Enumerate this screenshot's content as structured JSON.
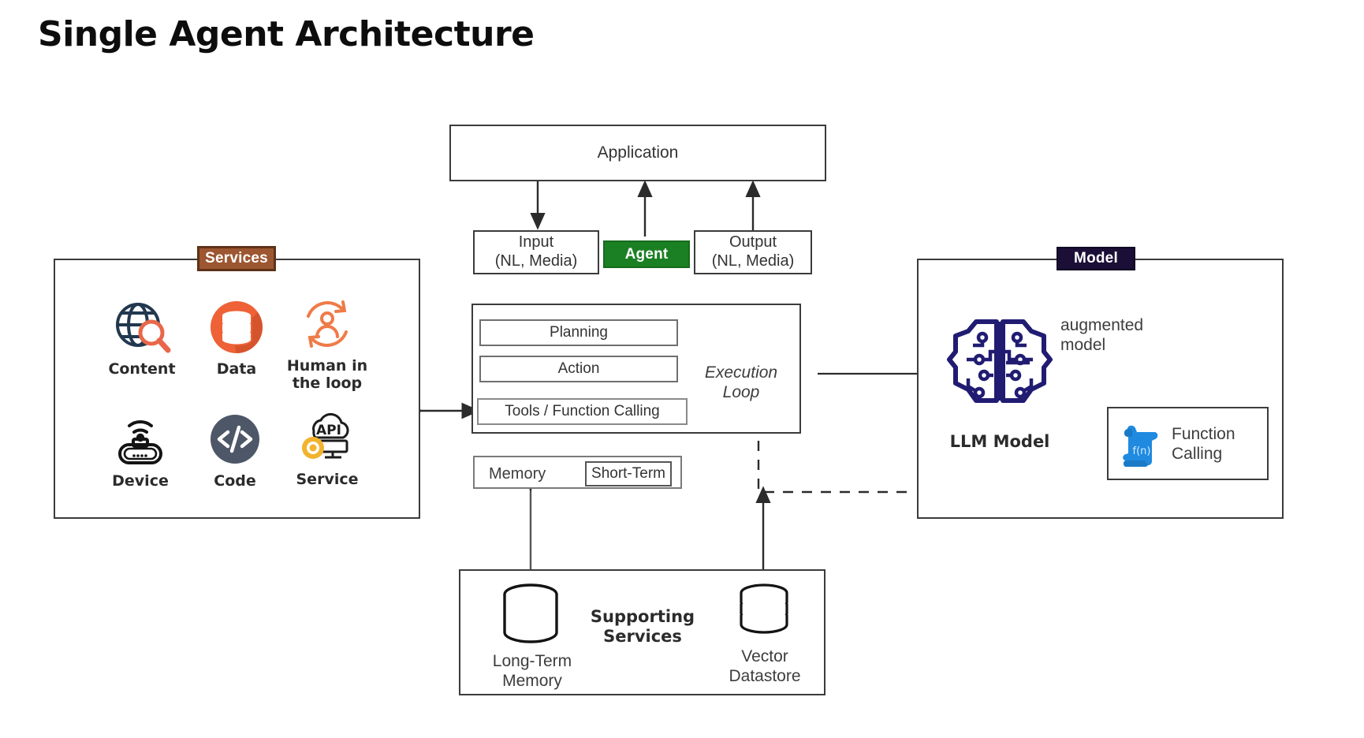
{
  "page": {
    "title": "Single Agent Architecture"
  },
  "application": {
    "label": "Application"
  },
  "io": {
    "input_line1": "Input",
    "input_line2": "(NL, Media)",
    "output_line1": "Output",
    "output_line2": "(NL, Media)",
    "agent_badge": "Agent"
  },
  "agent": {
    "execution_loop_line1": "Execution",
    "execution_loop_line2": "Loop",
    "steps": [
      {
        "label": "Planning"
      },
      {
        "label": "Action"
      },
      {
        "label": "Tools / Function Calling"
      }
    ],
    "memory_label": "Memory",
    "short_term_label": "Short-Term"
  },
  "services": {
    "badge": "Services",
    "items": [
      {
        "label": "Content",
        "icon": "globe-search-icon"
      },
      {
        "label": "Data",
        "icon": "database-circle-icon"
      },
      {
        "label": "Human in\nthe loop",
        "label_line1": "Human in",
        "label_line2": "the loop",
        "icon": "human-in-the-loop-icon"
      },
      {
        "label": "Device",
        "icon": "device-wifi-icon"
      },
      {
        "label": "Code",
        "icon": "code-brackets-icon"
      },
      {
        "label": "Service",
        "icon": "api-gear-icon"
      }
    ]
  },
  "model": {
    "badge": "Model",
    "llm_label": "LLM Model",
    "llm_icon": "brain-circuit-icon",
    "augmented_line1": "augmented",
    "augmented_line2": "model",
    "function_calling_line1": "Function",
    "function_calling_line2": "Calling",
    "function_calling_icon": "function-scroll-icon",
    "function_calling_glyph": "f(n)"
  },
  "supporting": {
    "title_line1": "Supporting",
    "title_line2": "Services",
    "long_term_line1": "Long-Term",
    "long_term_line2": "Memory",
    "long_term_icon": "cylinder-database-icon",
    "vector_line1": "Vector",
    "vector_line2": "Datastore",
    "vector_icon": "stacked-disks-icon"
  },
  "colors": {
    "services_badge": "#9c5631",
    "model_badge": "#1b0f37",
    "agent_badge": "#1b8023",
    "llm_navy": "#1f1c70",
    "function_blue": "#1f8ae0",
    "data_orange": "#e8552d",
    "code_slate": "#4d5566",
    "api_gold": "#f0b429",
    "stroke": "#3b3b3b"
  }
}
